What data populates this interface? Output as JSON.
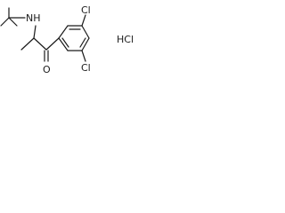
{
  "molecule": {
    "atom_labels": {
      "nh": "NH",
      "oxygen": "O",
      "chlorine_top": "Cl",
      "chlorine_bottom": "Cl"
    },
    "salt": "HCl"
  },
  "colors": {
    "ink": "#1a1a1a",
    "background": "#ffffff"
  }
}
